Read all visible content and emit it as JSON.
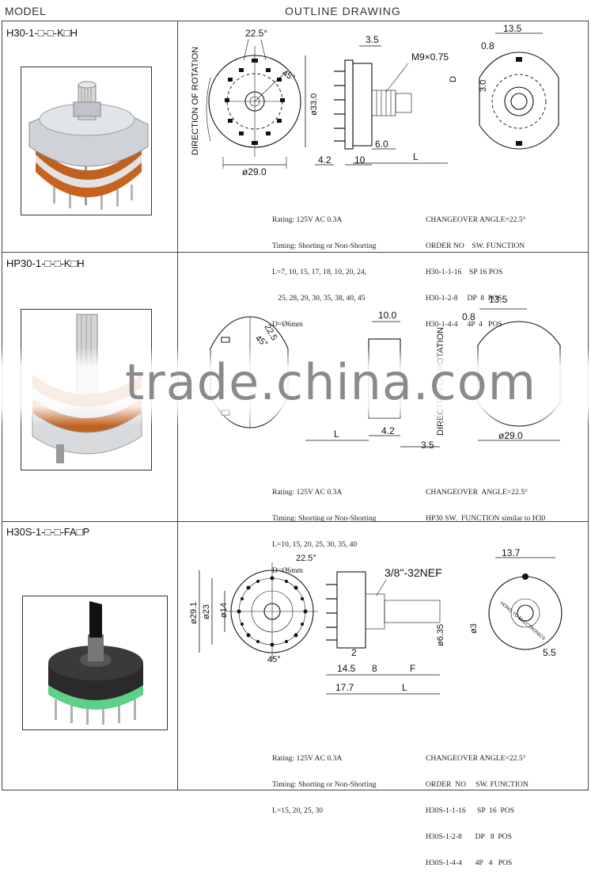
{
  "header": {
    "model": "MODEL",
    "outline": "OUTLINE DRAWING"
  },
  "rows": [
    {
      "model": "H30-1-□-□-K□H",
      "dims": {
        "angle": "22.5°",
        "angle2": "45°",
        "rotation": "DIRECTION OF ROTATION",
        "dia33": "ø33.0",
        "dia29": "ø29.0",
        "d35": "3.5",
        "m9": "M9×0.75",
        "d60": "6.0",
        "d42": "4.2",
        "d10": "10",
        "L": "L",
        "D": "D",
        "d30": "3.0",
        "d135": "13.5",
        "d08": "0.8"
      },
      "spec_left": [
        "Rating: 125V AC 0.3A",
        "Timing: Shorting or Non-Shorting",
        "L=7, 10, 15, 17, 18, 10, 20, 24,",
        "   25, 28, 29, 30, 35, 38, 40, 45",
        "D=Ø6mm"
      ],
      "spec_right": [
        "CHANGEOVER ANGLE=22.5°",
        "ORDER NO    SW. FUNCTION",
        "H30-1-1-16    SP 16 POS",
        "H30-1-2-8     DP  8  POS",
        "H30-1-4-4     4P  4   POS"
      ]
    },
    {
      "model": "HP30-1-□-□-K□H",
      "dims": {
        "angle": "22.5",
        "angle2": "45°",
        "d100": "10.0",
        "d42": "4.2",
        "L": "L",
        "d35": "3.5",
        "d135": "13.5",
        "d08": "0.8",
        "dia29": "ø29.0",
        "rotation": "DIRECTION OF ROTATION"
      },
      "spec_left": [
        "Rating: 125V AC 0.3A",
        "Timing: Shorting or Non-Shorting",
        "L=10, 15, 20, 25, 30, 35, 40",
        "D=Ø6mm"
      ],
      "spec_right": [
        "CHANGEOVER  ANGLE=22.5°",
        "HP30 SW.  FUNCTION similar to H30"
      ]
    },
    {
      "model": "H30S-1-□-□-FA□P",
      "dims": {
        "angle": "22.5°",
        "angle2": "45°",
        "dia291": "ø29.1",
        "dia23": "ø23",
        "dia14": "ø14",
        "thread": "3/8\"-32NEF",
        "dia635": "ø6.35",
        "d2": "2",
        "d145": "14.5",
        "d8": "8",
        "F": "F",
        "d177": "17.7",
        "L": "L",
        "d137": "13.7",
        "dia3": "ø3",
        "d55": "5.5",
        "brand": "HONG YU ELECTRONICS"
      },
      "spec_left": [
        "Rating: 125V AC 0.3A",
        "Timing: Shorting or Non-Shorting",
        "L=15, 20, 25, 30"
      ],
      "spec_right": [
        "CHANGEOVER ANGLE=22.5°",
        "ORDER  NO     SW. FUNCTION",
        "H30S-1-1-16      SP  16  POS",
        "H30S-1-2-8       DP   8  POS",
        "H30S-1-4-4       4P   4   POS"
      ]
    }
  ],
  "watermark": "trade.china.com"
}
